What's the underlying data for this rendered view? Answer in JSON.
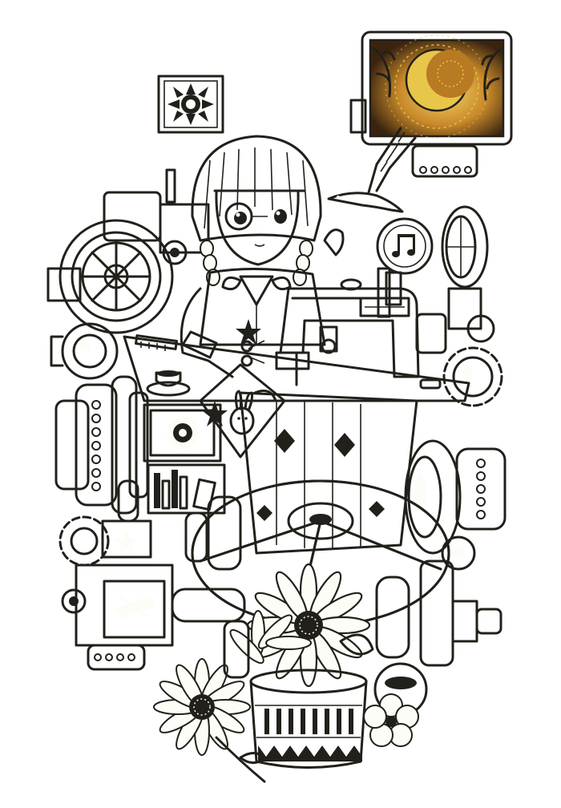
{
  "artwork": {
    "style": "line-art ink illustration with a single golden-moon accent",
    "colors": {
      "ink": "#22201a",
      "paper": "#fdfdf7",
      "background": "#ffffff",
      "moon_gold": "#e8c64a",
      "moon_glow": "#c98a2a",
      "screen_dark": "#3a2410"
    },
    "subjects": [
      "girl-with-glasses",
      "sewing-machine",
      "moon-monitor",
      "sun-emblem-tile",
      "swallow-bird",
      "music-note-dial",
      "rabbit-tag",
      "gears",
      "reels",
      "steering-wheel",
      "sunflowers",
      "flower-pot",
      "teacup",
      "book-shelf"
    ],
    "icons": {
      "music": "music-note-icon",
      "star": "star-icon",
      "moon": "crescent-moon-icon",
      "sun": "sun-icon"
    }
  }
}
